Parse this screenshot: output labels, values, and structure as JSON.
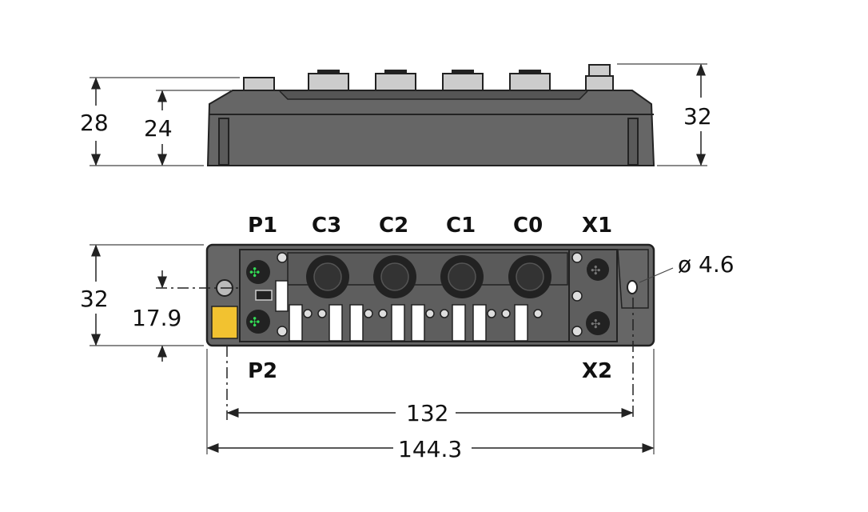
{
  "side_view": {
    "dim_height_total": "28",
    "dim_height_body": "24",
    "dim_height_connector": "32"
  },
  "front_view": {
    "labels_top": [
      "P1",
      "C3",
      "C2",
      "C1",
      "C0",
      "X1"
    ],
    "labels_bottom": [
      "P2",
      "X2"
    ],
    "dim_hole_diameter": "ø 4.6",
    "dim_height": "32",
    "dim_hole_offset": "17.9",
    "dim_hole_spacing": "132",
    "dim_width": "144.3"
  },
  "colors": {
    "housing": "#666666",
    "connector": "#cccccc",
    "led_green": "#33dd55",
    "switch_yellow": "#f2c230"
  }
}
